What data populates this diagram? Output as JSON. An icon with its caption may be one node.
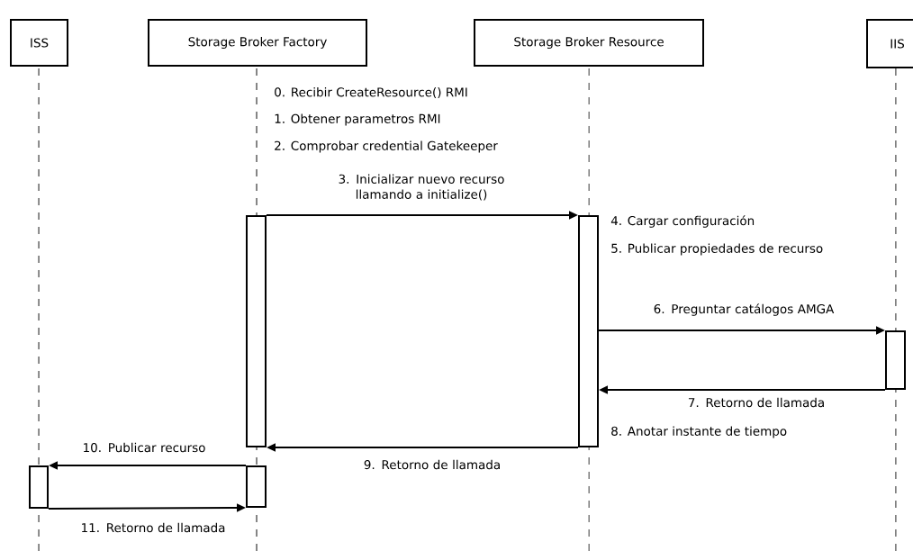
{
  "diagram": {
    "nodes": [
      {
        "text": [
          "ISS"
        ]
      },
      {
        "text": [
          "Storage Broker Factory"
        ]
      },
      {
        "text": [
          "Storage Broker Resource"
        ]
      },
      {
        "text": [
          "IIS"
        ]
      },
      {
        "text": [],
        "shape": "bar"
      },
      {
        "text": [],
        "shape": "bar"
      },
      {
        "text": [],
        "shape": "bar"
      },
      {
        "text": [],
        "shape": "bar"
      },
      {
        "text": [],
        "shape": "bar"
      }
    ],
    "edges": [
      {
        "from": 4,
        "to": 5,
        "arrow": "to",
        "label": "3. Inicializar nuevo recurso llamando a initialize()"
      },
      {
        "from": 5,
        "to": 6,
        "arrow": "to",
        "label": "6. Preguntar catálogos AMGA"
      },
      {
        "from": 6,
        "to": 5,
        "arrow": "to",
        "label": "7. Retorno de llamada"
      },
      {
        "from": 5,
        "to": 4,
        "arrow": "to",
        "label": "9. Retorno de llamada"
      },
      {
        "from": 8,
        "to": 7,
        "arrow": "to",
        "label": "10. Publicar recurso"
      },
      {
        "from": 7,
        "to": 8,
        "arrow": "to",
        "label": "11. Retorno de llamada"
      }
    ],
    "labels": [
      "0. Recibir CreateResource() RMI",
      "1. Obtener parametros RMI",
      "2. Comprobar credential Gatekeeper",
      "4. Cargar configuración",
      "5. Publicar propiedades de recurso",
      "8. Anotar instante de tiempo"
    ]
  }
}
